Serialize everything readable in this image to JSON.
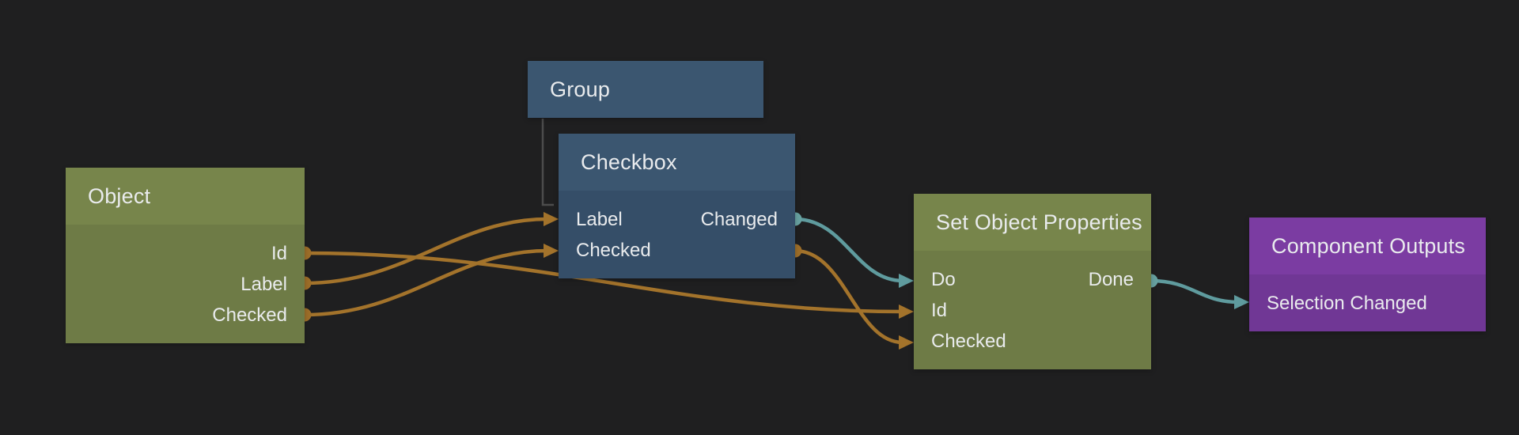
{
  "colors": {
    "bg": "#1f1f20",
    "node_green_header": "#77854b",
    "node_green_body": "#6e7b46",
    "node_blue_header": "#3b5670",
    "node_blue_body": "#354e68",
    "node_purple_header": "#7b3ca2",
    "node_purple_body": "#703795",
    "wire_data": "#a3732b",
    "wire_signal": "#5f9b9e",
    "port_dot_data": "#9d6e29",
    "port_dot_signal": "#68a2a1",
    "text": "#e9ebed",
    "group_link": "#4c4c4c"
  },
  "nodes": {
    "group": {
      "title": "Group"
    },
    "object": {
      "title": "Object",
      "outputs": [
        "Id",
        "Label",
        "Checked"
      ]
    },
    "checkbox": {
      "title": "Checkbox",
      "inputs": [
        "Label",
        "Checked"
      ],
      "outputs": [
        "Changed"
      ]
    },
    "set_object_properties": {
      "title": "Set Object Properties",
      "inputs": [
        "Do",
        "Id",
        "Checked"
      ],
      "outputs": [
        "Done"
      ]
    },
    "component_outputs": {
      "title": "Component Outputs",
      "inputs": [
        "Selection Changed"
      ]
    }
  },
  "connections": [
    {
      "from": "Object.Id",
      "to": "Set Object Properties.Id",
      "type": "data"
    },
    {
      "from": "Object.Label",
      "to": "Checkbox.Label",
      "type": "data"
    },
    {
      "from": "Object.Checked",
      "to": "Checkbox.Checked",
      "type": "data"
    },
    {
      "from": "Checkbox.Changed",
      "to": "Set Object Properties.Do",
      "type": "signal"
    },
    {
      "from": "Checkbox.Checked",
      "to": "Set Object Properties.Checked",
      "type": "data"
    },
    {
      "from": "Set Object Properties.Done",
      "to": "Component Outputs.Selection Changed",
      "type": "signal"
    },
    {
      "from": "Group",
      "to": "Checkbox",
      "type": "hierarchy"
    }
  ]
}
